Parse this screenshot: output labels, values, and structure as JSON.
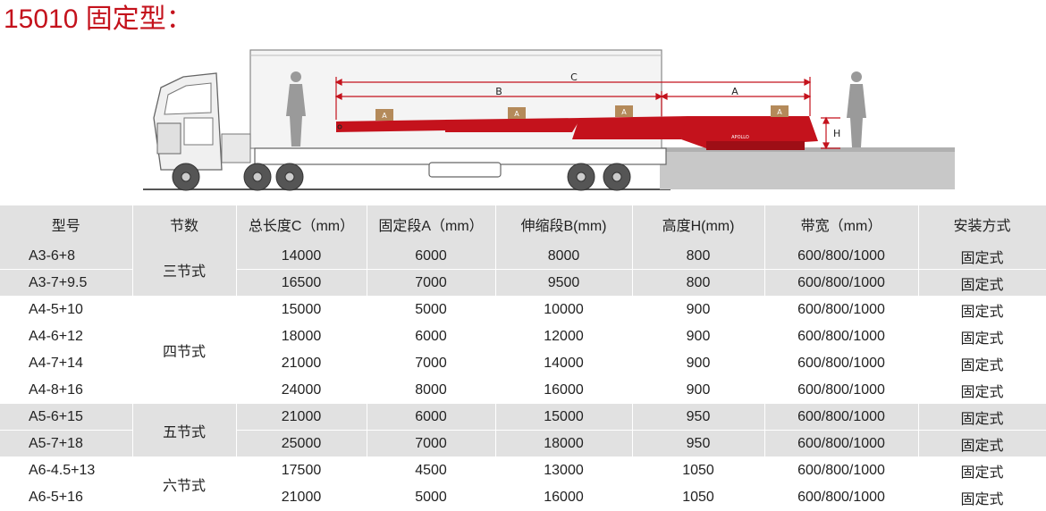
{
  "title": "15010 固定型：",
  "diagram": {
    "labels": {
      "c": "C",
      "b": "B",
      "a": "A",
      "h": "H",
      "box": "A",
      "logo": "APOLLO"
    }
  },
  "table": {
    "headers": [
      "型号",
      "节数",
      "总长度C（mm）",
      "固定段A（mm）",
      "伸缩段B(mm)",
      "高度H(mm)",
      "带宽（mm）",
      "安装方式"
    ],
    "groups": [
      {
        "sections": "三节式",
        "shade": true,
        "rows": [
          {
            "model": "A3-6+8",
            "total": "14000",
            "fixed": "6000",
            "telescopic": "8000",
            "height": "800",
            "width": "600/800/1000",
            "install": "固定式"
          },
          {
            "model": "A3-7+9.5",
            "total": "16500",
            "fixed": "7000",
            "telescopic": "9500",
            "height": "800",
            "width": "600/800/1000",
            "install": "固定式"
          }
        ]
      },
      {
        "sections": "四节式",
        "shade": false,
        "rows": [
          {
            "model": "A4-5+10",
            "total": "15000",
            "fixed": "5000",
            "telescopic": "10000",
            "height": "900",
            "width": "600/800/1000",
            "install": "固定式"
          },
          {
            "model": "A4-6+12",
            "total": "18000",
            "fixed": "6000",
            "telescopic": "12000",
            "height": "900",
            "width": "600/800/1000",
            "install": "固定式"
          },
          {
            "model": "A4-7+14",
            "total": "21000",
            "fixed": "7000",
            "telescopic": "14000",
            "height": "900",
            "width": "600/800/1000",
            "install": "固定式"
          },
          {
            "model": "A4-8+16",
            "total": "24000",
            "fixed": "8000",
            "telescopic": "16000",
            "height": "900",
            "width": "600/800/1000",
            "install": "固定式"
          }
        ]
      },
      {
        "sections": "五节式",
        "shade": true,
        "rows": [
          {
            "model": "A5-6+15",
            "total": "21000",
            "fixed": "6000",
            "telescopic": "15000",
            "height": "950",
            "width": "600/800/1000",
            "install": "固定式"
          },
          {
            "model": "A5-7+18",
            "total": "25000",
            "fixed": "7000",
            "telescopic": "18000",
            "height": "950",
            "width": "600/800/1000",
            "install": "固定式"
          }
        ]
      },
      {
        "sections": "六节式",
        "shade": false,
        "rows": [
          {
            "model": "A6-4.5+13",
            "total": "17500",
            "fixed": "4500",
            "telescopic": "13000",
            "height": "1050",
            "width": "600/800/1000",
            "install": "固定式"
          },
          {
            "model": "A6-5+16",
            "total": "21000",
            "fixed": "5000",
            "telescopic": "16000",
            "height": "1050",
            "width": "600/800/1000",
            "install": "固定式"
          }
        ]
      }
    ]
  }
}
